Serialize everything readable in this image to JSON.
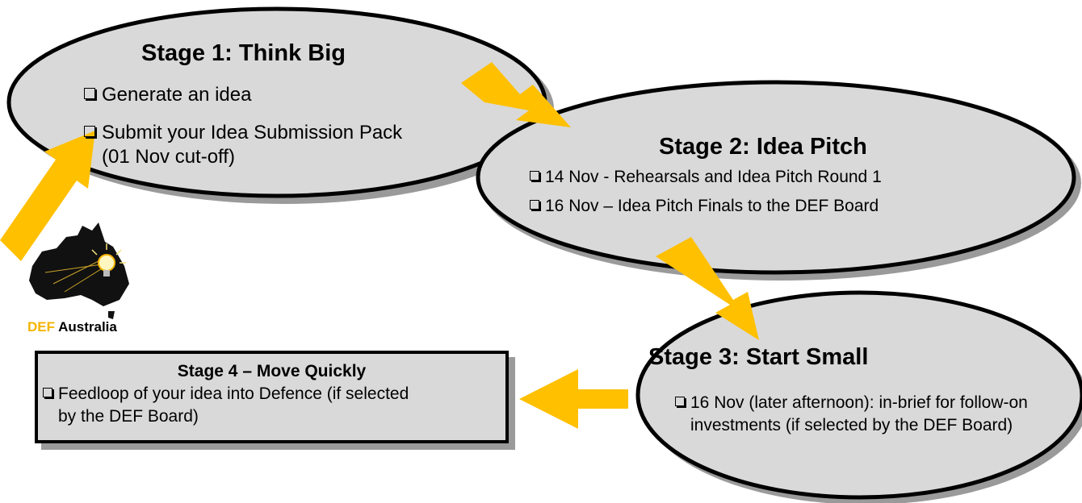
{
  "stages": [
    {
      "title": "Stage 1: Think Big",
      "items": [
        "Generate an idea",
        "Submit your Idea Submission Pack (01 Nov cut-off)"
      ]
    },
    {
      "title": "Stage 2: Idea Pitch",
      "items": [
        "14 Nov - Rehearsals and Idea Pitch Round 1",
        "16 Nov – Idea Pitch Finals to the DEF Board"
      ]
    },
    {
      "title": "Stage 3: Start Small",
      "items": [
        "16 Nov (later afternoon): in-brief for follow-on investments (if selected by the DEF Board)"
      ]
    },
    {
      "title": "Stage 4 – Move Quickly",
      "items": [
        "Feedloop of your idea into Defence (if selected by the DEF Board)"
      ]
    }
  ],
  "logo": {
    "prefix": "DEF",
    "suffix": " Australia",
    "icon": "australia-lightbulb-icon"
  },
  "colors": {
    "arrow": "#ffc000",
    "shape_fill": "#d9d9d9",
    "shadow": "#9a9a9a",
    "logo_accent": "#f5b400"
  }
}
